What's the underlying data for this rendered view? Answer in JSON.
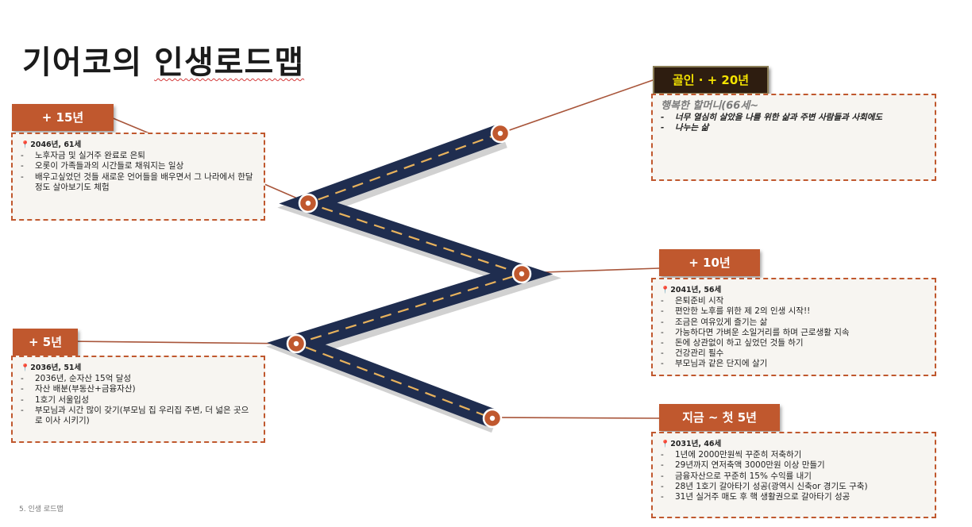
{
  "title_plain": "기어코의 ",
  "title_underlined": "인생로드맵",
  "footer": "5. 인생 로드맵",
  "colors": {
    "accent": "#c0582e",
    "road": "#1f2d4f",
    "road_dash": "#e8b25c",
    "dark_tag": "#2e1d10",
    "dark_tag_text": "#f5e400"
  },
  "stages": {
    "p15": {
      "label": "+ 15년",
      "head": "2046년, 61세",
      "items": [
        "노후자금 및 실거주 완료로 은퇴",
        "오롯이 가족들과의 시간들로 채워지는 일상",
        "배우고싶었던 것들 새로운 언어들을 배우면서 그 나라에서 한달정도 살아보기도 체험"
      ]
    },
    "p20": {
      "label": "골인 · + 20년",
      "head": "행복한 할머니(66세~",
      "items": [
        "너무 열심히 살았을 나를 위한 삶과 주변 사람들과 사회에도",
        "나누는 삶"
      ]
    },
    "p10": {
      "label": "+ 10년",
      "head": "2041년, 56세",
      "items": [
        "은퇴준비 시작",
        "편안한 노후를 위한 제 2의 인생 시작!!",
        "조금은 여유있게 즐기는 삶",
        "가능하다면 가벼운 소일거리를 하며 근로생활 지속",
        "돈에 상관없이 하고 싶었던 것들 하기",
        "건강관리 필수",
        "부모님과 같은 단지에 살기"
      ]
    },
    "p5": {
      "label": "+ 5년",
      "head": "2036년, 51세",
      "items": [
        "2036년, 순자산 15억 달성",
        "자산 배분(부동산+금융자산)",
        "1호기 서울입성",
        "부모님과 시간 많이 갖기(부모님 집 우리집 주변, 더 넓은 곳으로 이사 시키기)"
      ]
    },
    "p0": {
      "label": "지금 ~ 첫 5년",
      "head": "2031년, 46세",
      "items": [
        "1년에 2000만원씩 꾸준히 저축하기",
        "29년까지 연저축액 3000만원 이상 만들기",
        "금융자산으로 꾸준히 15% 수익률 내기",
        "28년 1호기 갈아타기 성공(광역시 신축or 경기도 구축)",
        "31년 실거주 매도 후 핵 생활권으로 갈아타기 성공"
      ]
    }
  }
}
